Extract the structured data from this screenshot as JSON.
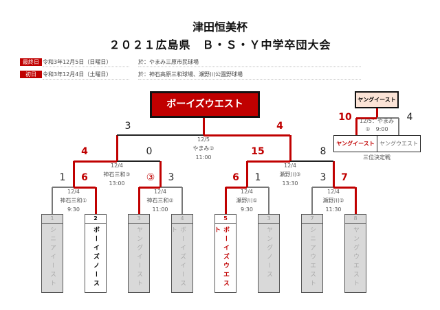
{
  "header": {
    "title": "津田恒美杯",
    "subtitle": "２０２１広島県　Ｂ・Ｓ・Ｙ中学卒団大会"
  },
  "schedule": [
    {
      "label": "最終日",
      "date": "令和3年12月5日（日曜日）",
      "venue": "於：やまみ三原市民球場"
    },
    {
      "label": "初日",
      "date": "令和3年12月4日（土曜日）",
      "venue": "於：神石高原三和球場、瀬野川公園野球場"
    }
  ],
  "champion": "ボーイズウエスト",
  "third_place": {
    "winner": "ヤングイースト",
    "teams": [
      "ヤングイースト",
      "ヤングウエスト"
    ],
    "scores": [
      "10",
      "4"
    ],
    "info": [
      "12/5：やまみ",
      "①　9:00"
    ],
    "label": "三位決定戦"
  },
  "final": {
    "scores": [
      "3",
      "4"
    ],
    "info": [
      "12/5",
      "やまみ②",
      "11:00"
    ]
  },
  "semis": [
    {
      "scores": [
        "4",
        "0"
      ],
      "info": [
        "12/4",
        "神石三和③",
        "13:00"
      ]
    },
    {
      "scores": [
        "15",
        "8"
      ],
      "info": [
        "12/4",
        "瀬野川③",
        "13:30"
      ]
    }
  ],
  "round1": [
    {
      "scores": [
        "1",
        "6"
      ],
      "info": [
        "12/4",
        "神石三和①",
        "9:30"
      ]
    },
    {
      "scores": [
        "③",
        "3"
      ],
      "info": [
        "12/4",
        "神石三和②",
        "11:00"
      ]
    },
    {
      "scores": [
        "6",
        "1"
      ],
      "info": [
        "12/4",
        "瀬野川①",
        "9:30"
      ]
    },
    {
      "scores": [
        "3",
        "7"
      ],
      "info": [
        "12/4",
        "瀬野川②",
        "11:30"
      ]
    }
  ],
  "teams": [
    {
      "no": "1",
      "name": "シニアイースト",
      "win": false
    },
    {
      "no": "2",
      "name": "ボーイズノース",
      "win": true
    },
    {
      "no": "3",
      "name": "ヤングイースト",
      "win": false
    },
    {
      "no": "4",
      "name": "ボーイズイースト",
      "win": false
    },
    {
      "no": "5",
      "name": "ボーイズウエスト",
      "win": true
    },
    {
      "no": "3",
      "name": "ヤングノース",
      "win": false
    },
    {
      "no": "7",
      "name": "シニアウエスト",
      "win": false
    },
    {
      "no": "8",
      "name": "ヤングウエスト",
      "win": false
    }
  ],
  "colors": {
    "accent": "#c00000",
    "third_bg": "#fbe3d6",
    "loser_bg": "#d9d9d9"
  }
}
